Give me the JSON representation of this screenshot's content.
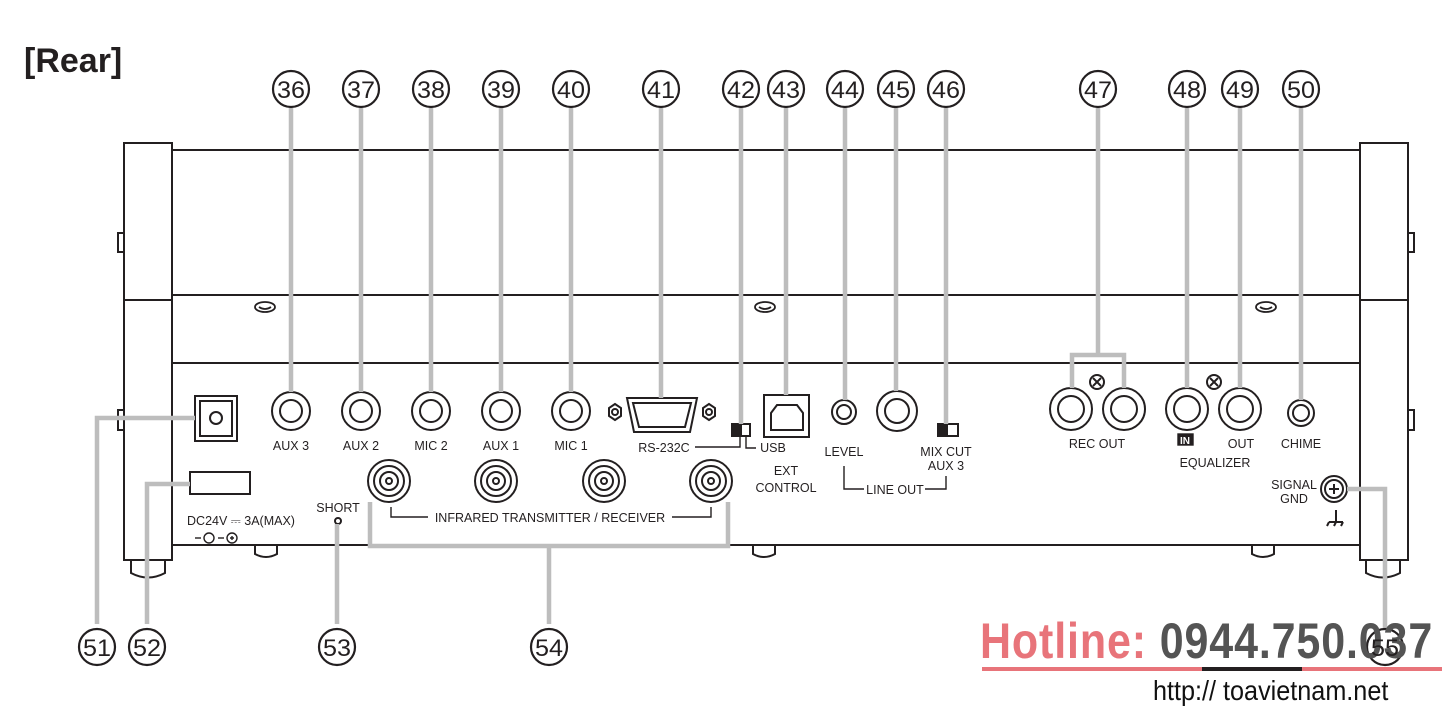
{
  "title": "[Rear]",
  "callouts": {
    "n36": "36",
    "n37": "37",
    "n38": "38",
    "n39": "39",
    "n40": "40",
    "n41": "41",
    "n42": "42",
    "n43": "43",
    "n44": "44",
    "n45": "45",
    "n46": "46",
    "n47": "47",
    "n48": "48",
    "n49": "49",
    "n50": "50",
    "n51": "51",
    "n52": "52",
    "n53": "53",
    "n54": "54",
    "n55": "55"
  },
  "labels": {
    "aux3": "AUX 3",
    "aux2": "AUX 2",
    "mic2": "MIC 2",
    "aux1": "AUX 1",
    "mic1": "MIC 1",
    "rs232c": "RS-232C",
    "usb": "USB",
    "ext": "EXT",
    "control": "CONTROL",
    "level": "LEVEL",
    "line_out": "LINE OUT",
    "mix_cut": "MIX CUT",
    "aux3_switch": "AUX 3",
    "rec_out": "REC OUT",
    "eq_in": "IN",
    "eq_out": "OUT",
    "equalizer": "EQUALIZER",
    "chime": "CHIME",
    "signal": "SIGNAL",
    "gnd": "GND",
    "short": "SHORT",
    "infrared": "INFRARED TRANSMITTER / RECEIVER",
    "dc_rating": "DC24V ⎓ 3A(MAX)"
  },
  "watermark": {
    "hotline_label": "Hotline:",
    "hotline_number": "0944.750.037",
    "url": "http:// toavietnam.net"
  },
  "colors": {
    "line": "#231f20",
    "leader": "#bdbdbd",
    "hotline_accent": "#e8747a",
    "hotline_number": "#545454"
  }
}
